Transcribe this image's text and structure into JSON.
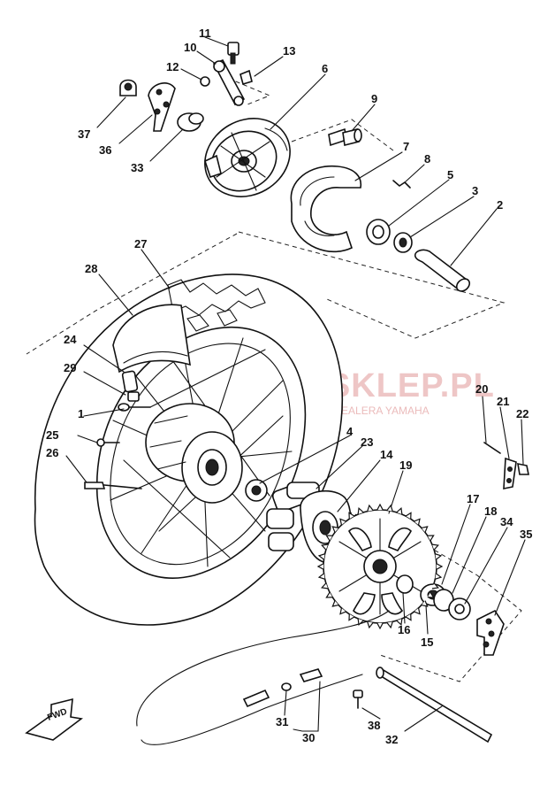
{
  "watermark": {
    "brand": "YAMAHA-SKLEP.PL",
    "tagline": "CZĘŚCI BEZPOŚREDNIO OD DEALERA YAMAHA"
  },
  "fwd_label": "FWD",
  "callouts": [
    {
      "id": "c1",
      "label": "1"
    },
    {
      "id": "c2",
      "label": "2"
    },
    {
      "id": "c3",
      "label": "3"
    },
    {
      "id": "c4",
      "label": "4"
    },
    {
      "id": "c5",
      "label": "5"
    },
    {
      "id": "c6",
      "label": "6"
    },
    {
      "id": "c7",
      "label": "7"
    },
    {
      "id": "c8",
      "label": "8"
    },
    {
      "id": "c9",
      "label": "9"
    },
    {
      "id": "c10",
      "label": "10"
    },
    {
      "id": "c11",
      "label": "11"
    },
    {
      "id": "c12",
      "label": "12"
    },
    {
      "id": "c13",
      "label": "13"
    },
    {
      "id": "c14",
      "label": "14"
    },
    {
      "id": "c15",
      "label": "15"
    },
    {
      "id": "c16",
      "label": "16"
    },
    {
      "id": "c17",
      "label": "17"
    },
    {
      "id": "c18",
      "label": "18"
    },
    {
      "id": "c19",
      "label": "19"
    },
    {
      "id": "c20",
      "label": "20"
    },
    {
      "id": "c21",
      "label": "21"
    },
    {
      "id": "c22",
      "label": "22"
    },
    {
      "id": "c23",
      "label": "23"
    },
    {
      "id": "c24",
      "label": "24"
    },
    {
      "id": "c25",
      "label": "25"
    },
    {
      "id": "c26",
      "label": "26"
    },
    {
      "id": "c27",
      "label": "27"
    },
    {
      "id": "c28",
      "label": "28"
    },
    {
      "id": "c29",
      "label": "29"
    },
    {
      "id": "c30",
      "label": "30"
    },
    {
      "id": "c31",
      "label": "31"
    },
    {
      "id": "c32",
      "label": "32"
    },
    {
      "id": "c33",
      "label": "33"
    },
    {
      "id": "c34",
      "label": "34"
    },
    {
      "id": "c35",
      "label": "35"
    },
    {
      "id": "c36",
      "label": "36"
    },
    {
      "id": "c37",
      "label": "37"
    },
    {
      "id": "c38",
      "label": "38"
    }
  ]
}
